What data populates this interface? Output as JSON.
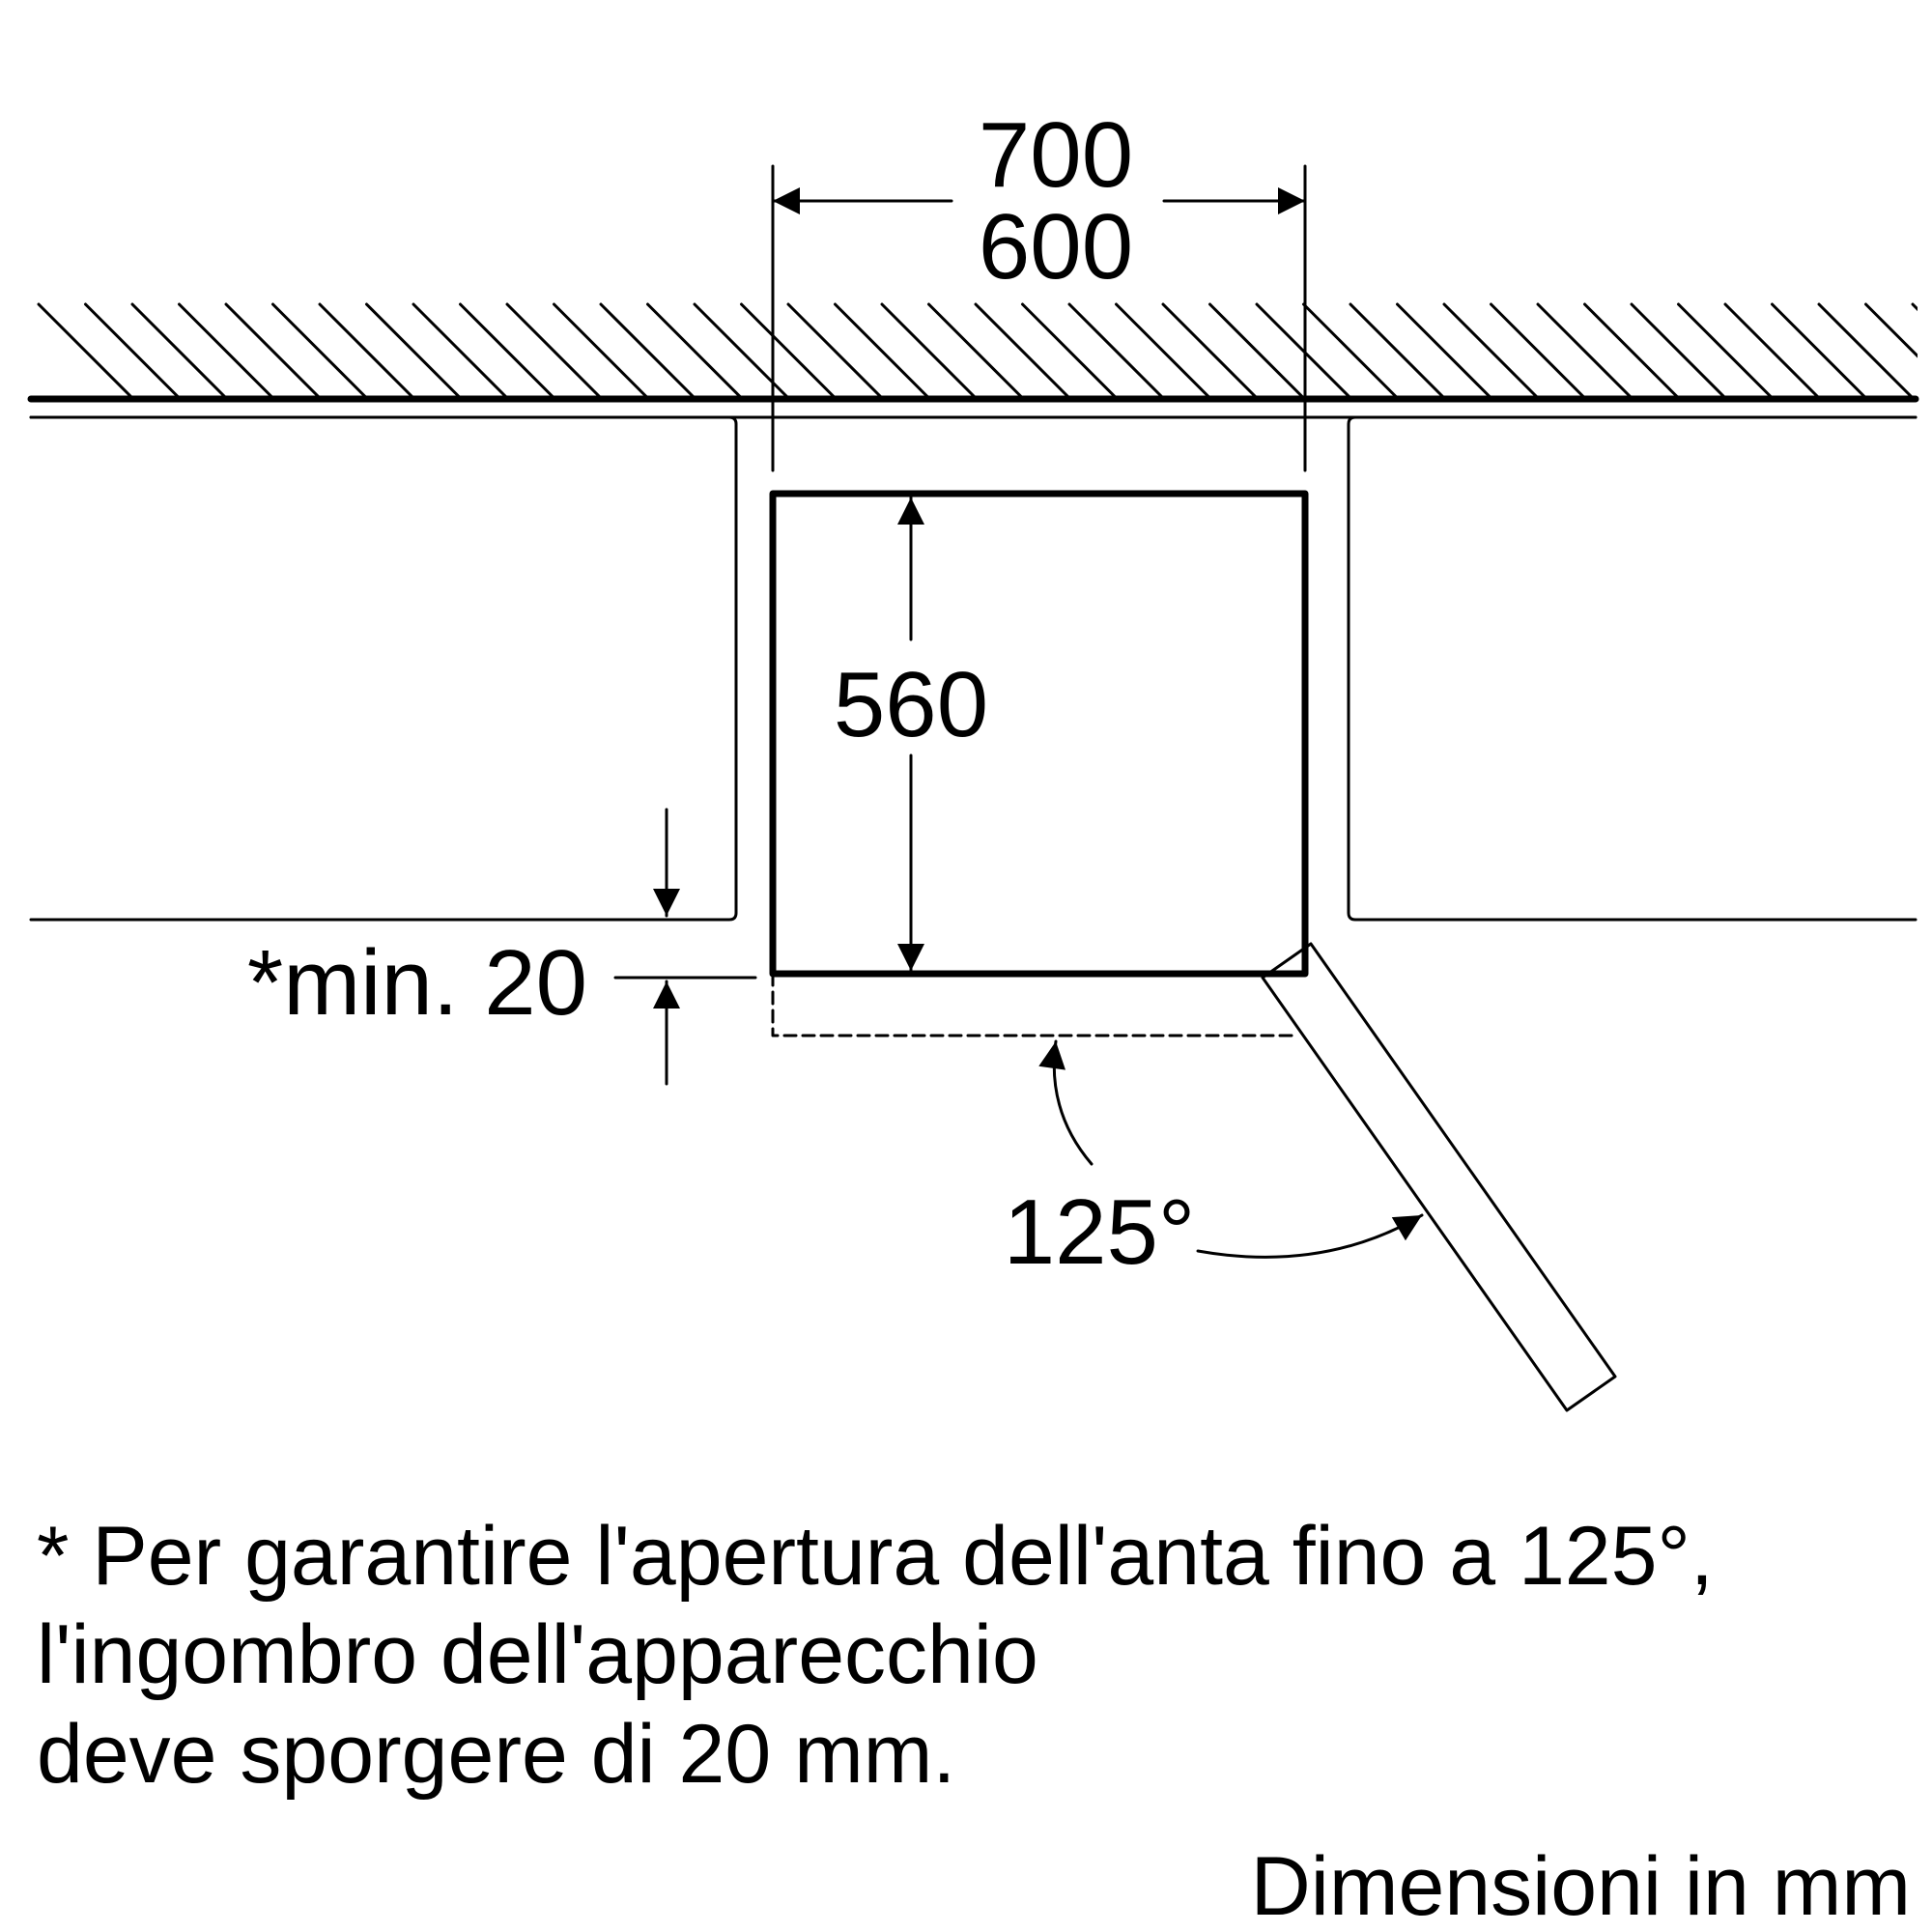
{
  "dimensions": {
    "width_outer": "700",
    "width_inner": "600",
    "depth": "560",
    "min_protrusion": "*min. 20",
    "door_angle": "125°"
  },
  "footnote": {
    "line1": "* Per garantire l'apertura dell'anta fino a 125°,",
    "line2": "l'ingombro dell'apparecchio",
    "line3": "deve sporgere di 20 mm."
  },
  "units": "Dimensioni in mm",
  "colors": {
    "ink": "#000000",
    "background": "#ffffff"
  }
}
